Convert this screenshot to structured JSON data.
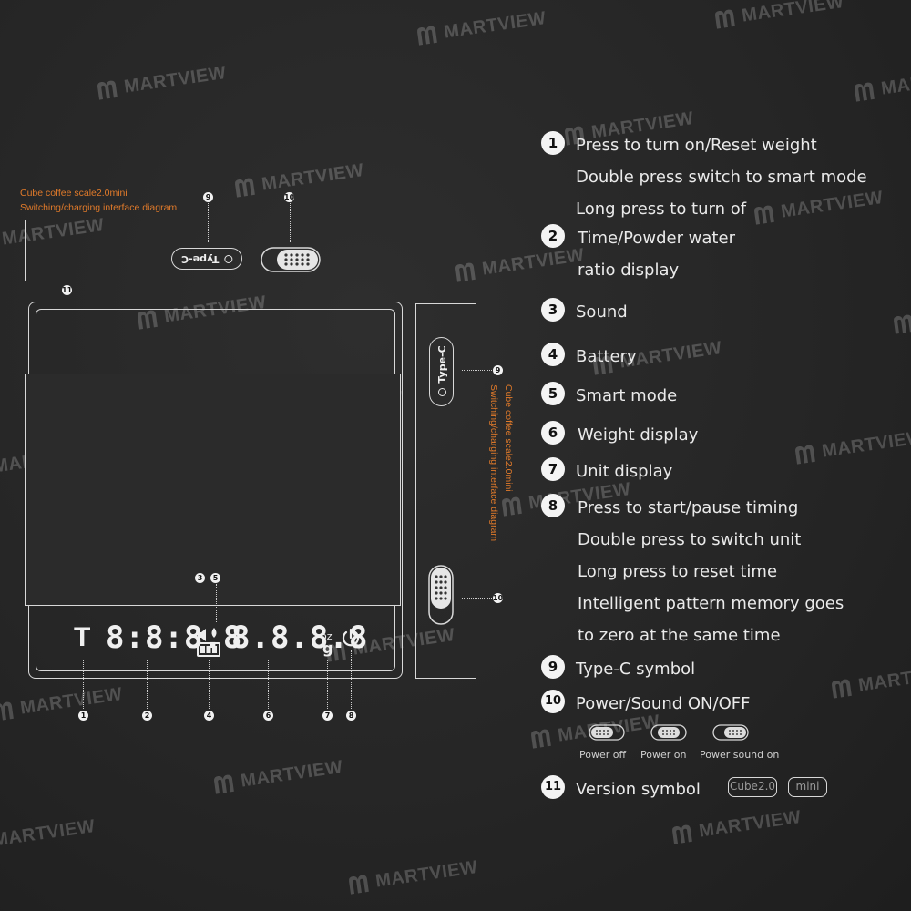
{
  "brand": {
    "watermark": "MARTVIEW"
  },
  "captions": {
    "top_line1": "Cube coffee scale2.0mini",
    "top_line2": "Switching/charging interface diagram",
    "side_line1": "Cube coffee scale2.0mini",
    "side_line2": "Switching/charging interface diagram"
  },
  "drawing": {
    "type_c_label": "Type-C",
    "unit_oz": "oz",
    "unit_g": "g",
    "time_digits": "8:8:8.8",
    "weight_digits": "8.8.8.8",
    "t_glyph": "T",
    "callouts": [
      "1",
      "2",
      "3",
      "4",
      "5",
      "6",
      "7",
      "8",
      "9",
      "10",
      "11"
    ]
  },
  "legend": [
    {
      "num": "1",
      "lines": [
        "Press to turn on/Reset weight",
        "Double press switch to smart mode",
        "Long press to turn of"
      ]
    },
    {
      "num": "2",
      "lines": [
        "Time/Powder water",
        "ratio display"
      ]
    },
    {
      "num": "3",
      "lines": [
        "Sound"
      ]
    },
    {
      "num": "4",
      "lines": [
        "Battery"
      ]
    },
    {
      "num": "5",
      "lines": [
        "Smart mode"
      ]
    },
    {
      "num": "6",
      "lines": [
        "Weight display"
      ]
    },
    {
      "num": "7",
      "lines": [
        "Unit display"
      ]
    },
    {
      "num": "8",
      "lines": [
        "Press to start/pause timing",
        "Double press to switch unit",
        "Long press to reset time",
        "Intelligent pattern memory goes",
        "to zero at the same time"
      ]
    },
    {
      "num": "9",
      "lines": [
        "Type-C symbol"
      ]
    },
    {
      "num": "10",
      "lines": [
        "Power/Sound ON/OFF"
      ]
    },
    {
      "num": "11",
      "lines": [
        "Version symbol"
      ]
    }
  ],
  "switch_states": [
    "Power off",
    "Power on",
    "Power sound on"
  ],
  "version_tags": [
    "Cube2.0",
    "mini"
  ],
  "colors": {
    "accent": "#e07a2a",
    "background": "#262626",
    "line": "#d8d8d8"
  }
}
